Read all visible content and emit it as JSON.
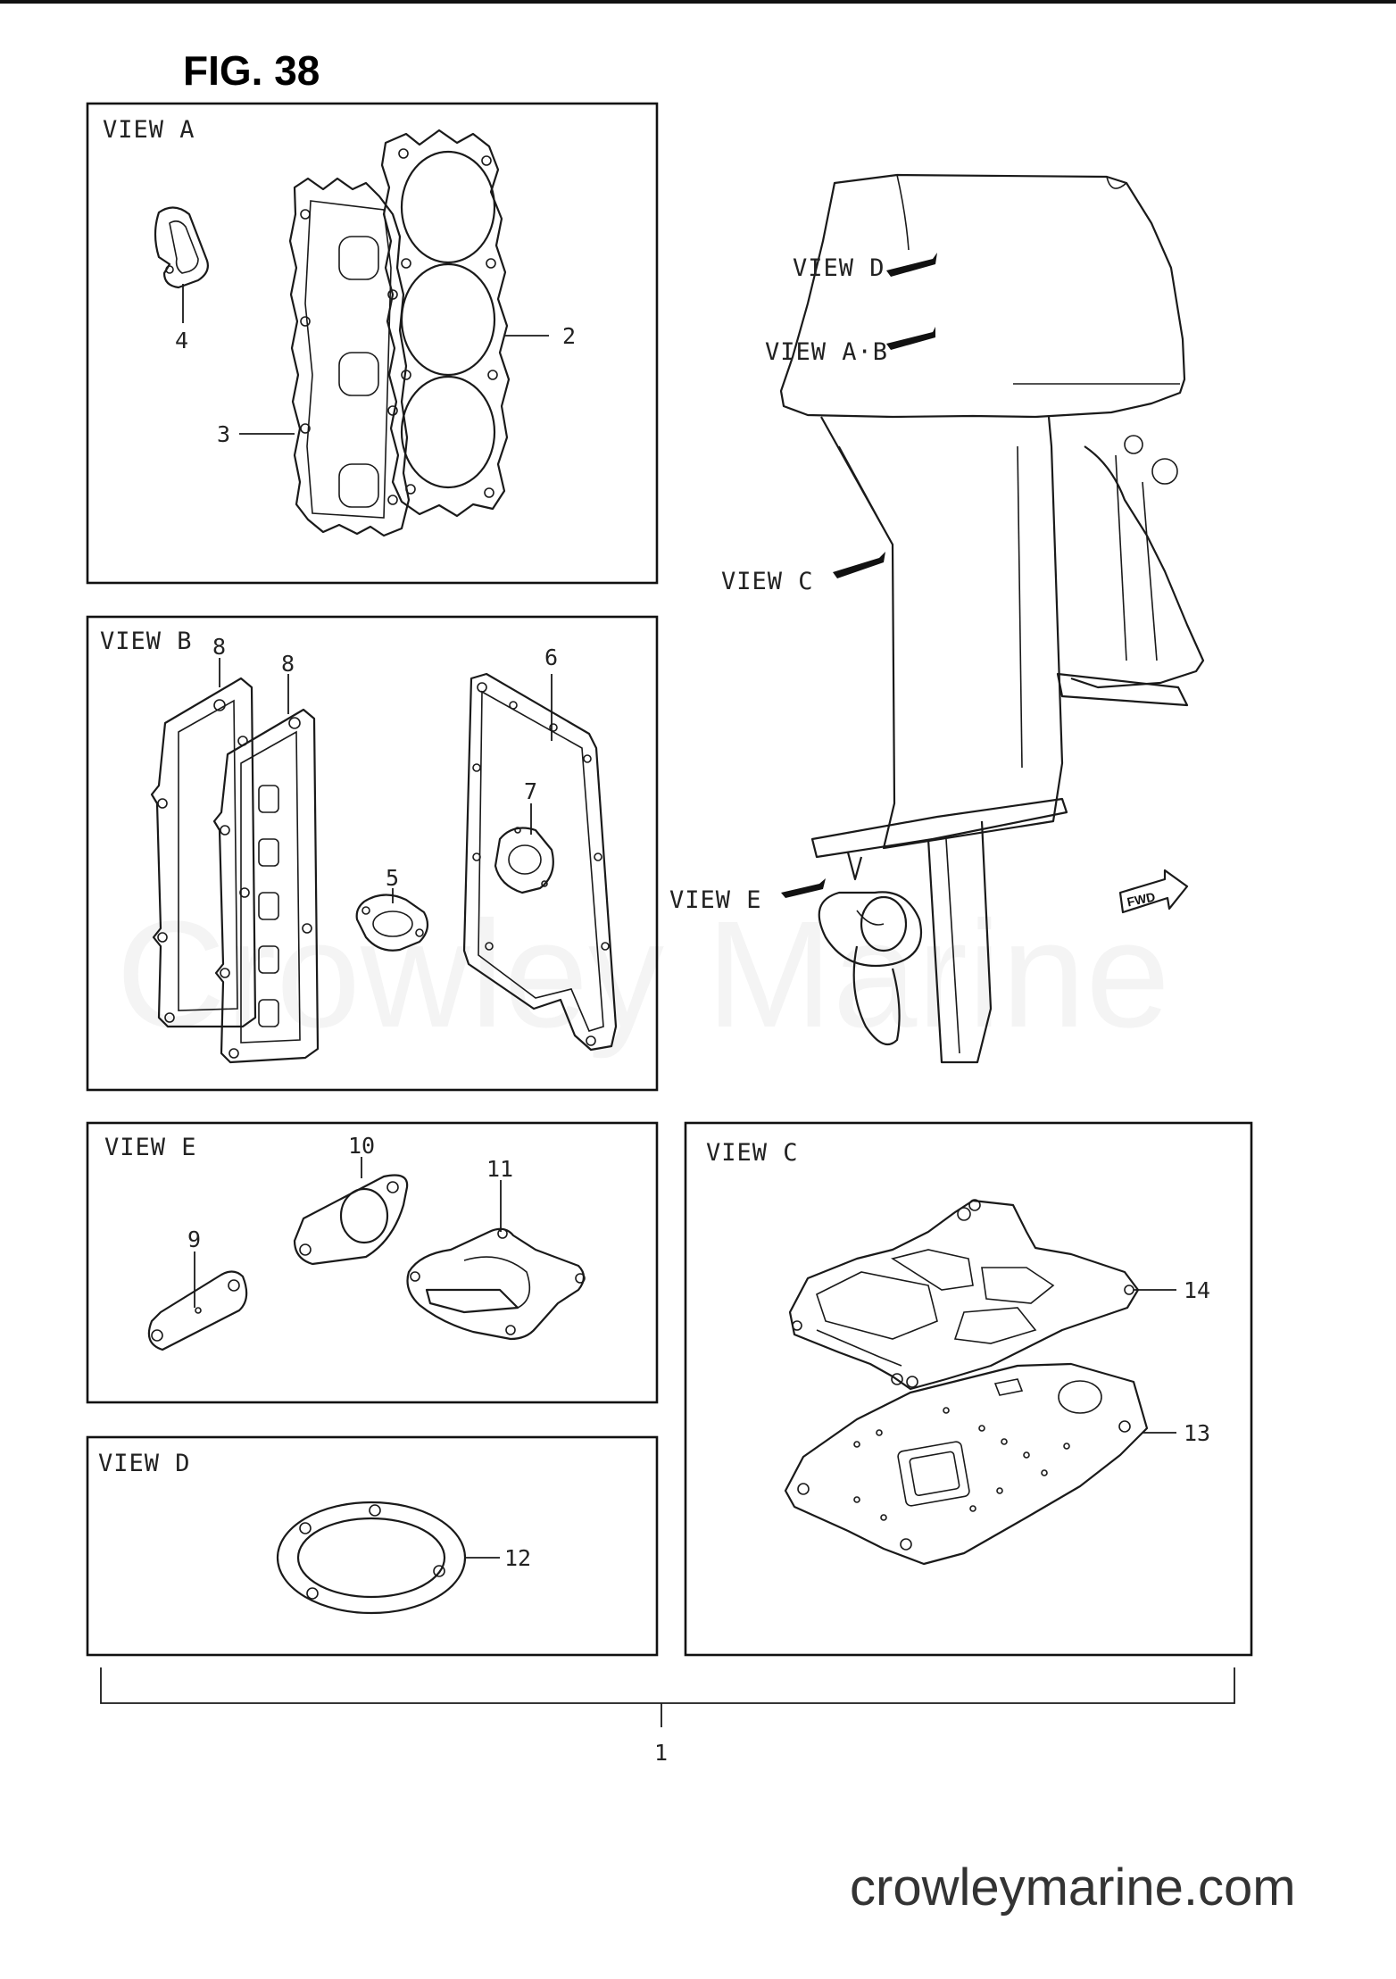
{
  "figure": {
    "title": "FIG. 38",
    "watermark": "Crowley Marine",
    "website": "crowleymarine.com"
  },
  "views": {
    "view_a": "VIEW A",
    "view_b": "VIEW B",
    "view_c": "VIEW C",
    "view_d": "VIEW D",
    "view_e": "VIEW E"
  },
  "engine_pointers": {
    "view_d": "VIEW D",
    "view_ab": "VIEW A·B",
    "view_c": "VIEW C",
    "view_e": "VIEW E",
    "fwd_arrow": "FWD"
  },
  "callouts": {
    "p1": "1",
    "p2": "2",
    "p3": "3",
    "p4": "4",
    "p5": "5",
    "p6": "6",
    "p7": "7",
    "p8a": "8",
    "p8b": "8",
    "p9": "9",
    "p10": "10",
    "p11": "11",
    "p12": "12",
    "p13": "13",
    "p14": "14"
  }
}
